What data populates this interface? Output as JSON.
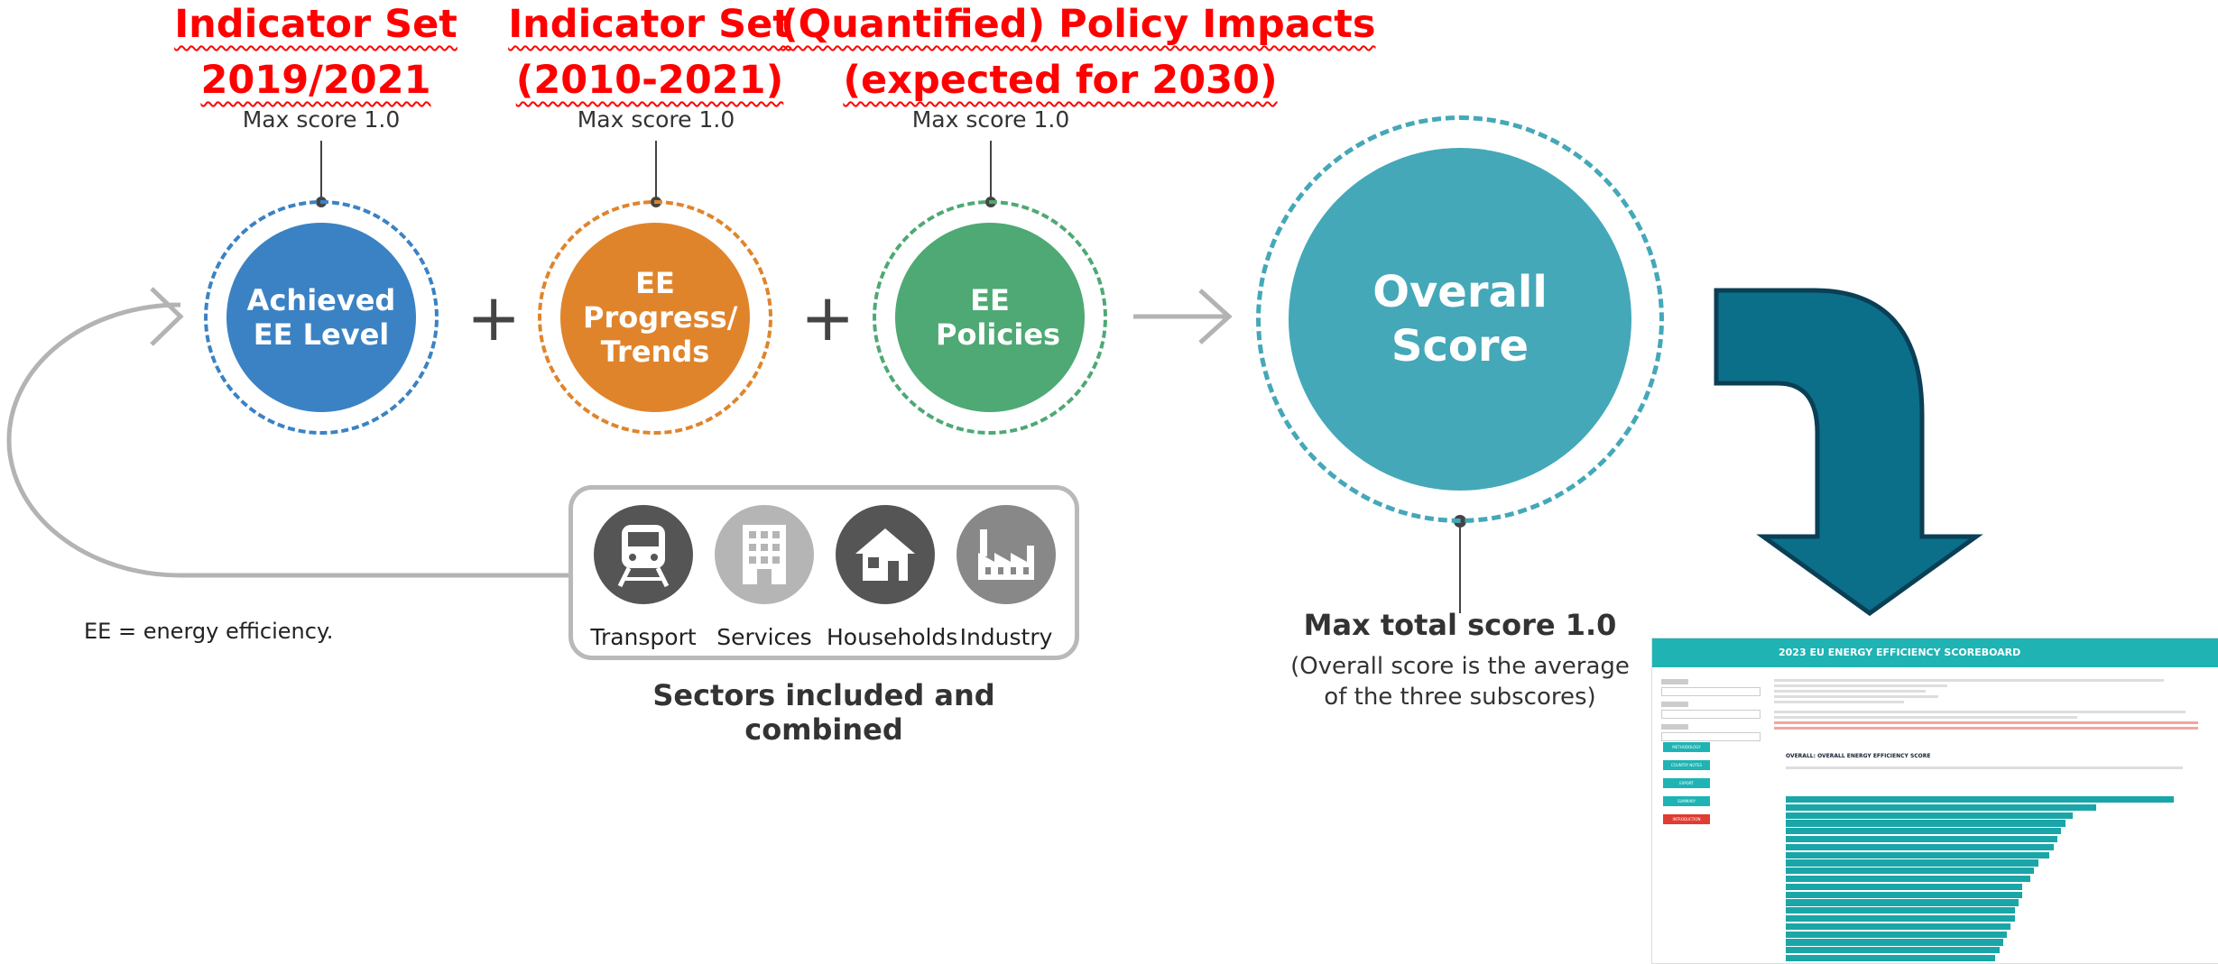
{
  "titles": [
    {
      "line1": "Indicator Set",
      "line2": "2019/2021"
    },
    {
      "line1": "Indicator Set",
      "line2": "(2010-2021)"
    },
    {
      "line1": "(Quantified) Policy Impacts",
      "line2": "(expected for 2030)"
    }
  ],
  "max_score_label": "Max score 1.0",
  "circles": [
    {
      "label": "Achieved EE Level",
      "color": "#3b82c4"
    },
    {
      "label": "EE Progress/ Trends",
      "color": "#e0842c"
    },
    {
      "label": "EE Policies",
      "color": "#4ea974"
    }
  ],
  "overall": {
    "label": "Overall Score",
    "color": "#44a8b8"
  },
  "plus": "+",
  "max_total": "Max total score 1.0",
  "average_note_1": "(Overall score is the average",
  "average_note_2": "of the three subscores)",
  "footnote": "EE = energy efficiency.",
  "sectors_caption": "Sectors included and combined",
  "sectors": [
    {
      "label": "Transport",
      "icon": "train-icon",
      "color": "#555555"
    },
    {
      "label": "Services",
      "icon": "building-icon",
      "color": "#b5b5b5"
    },
    {
      "label": "Households",
      "icon": "house-icon",
      "color": "#555555"
    },
    {
      "label": "Industry",
      "icon": "factory-icon",
      "color": "#888888"
    }
  ],
  "big_arrow_color": "#0b6f8a",
  "screenshot": {
    "banner": "2023 EU ENERGY EFFICIENCY SCOREBOARD",
    "section_title": "OVERALL: OVERALL ENERGY EFFICIENCY SCORE",
    "buttons": [
      "METHODOLOGY",
      "COUNTRY NOTES",
      "EXPORT",
      "SUMMARY",
      "INTRODUCTION"
    ],
    "bars": [
      1.0,
      0.8,
      0.74,
      0.72,
      0.71,
      0.7,
      0.69,
      0.68,
      0.65,
      0.64,
      0.63,
      0.61,
      0.61,
      0.6,
      0.59,
      0.59,
      0.58,
      0.57,
      0.56,
      0.55,
      0.54,
      0.53,
      0.52
    ]
  }
}
